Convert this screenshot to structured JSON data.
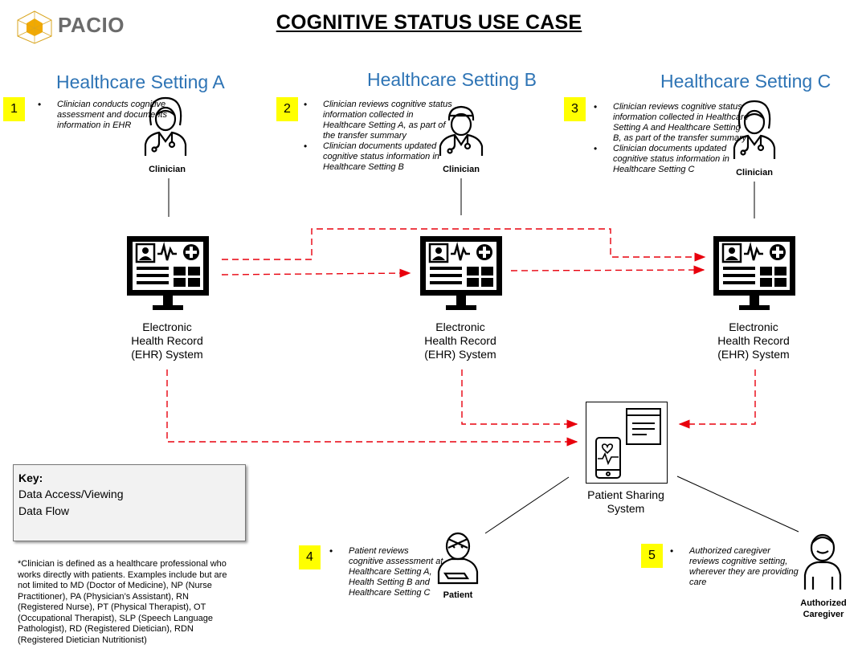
{
  "header": {
    "logo_text": "PACIO",
    "title": "COGNITIVE STATUS USE CASE"
  },
  "settings": [
    {
      "label": "Healthcare Setting A",
      "number": "1",
      "bullets": [
        "Clinician conducts cognitive assessment and documents information in EHR"
      ],
      "role": "Clinician",
      "ehr_lines": [
        "Electronic",
        "Health Record",
        "(EHR) System"
      ]
    },
    {
      "label": "Healthcare Setting B",
      "number": "2",
      "bullets": [
        "Clinician reviews cognitive status information collected in Healthcare Setting A, as part of the transfer summary",
        "Clinician documents updated cognitive status information in Healthcare Setting B"
      ],
      "role": "Clinician",
      "ehr_lines": [
        "Electronic",
        "Health Record",
        "(EHR) System"
      ]
    },
    {
      "label": "Healthcare Setting C",
      "number": "3",
      "bullets": [
        "Clinician reviews cognitive status information collected in Healthcare Setting A and Healthcare Setting B, as part of the transfer summary",
        "Clinician documents updated cognitive status information in Healthcare Setting C"
      ],
      "role": "Clinician",
      "ehr_lines": [
        "Electronic",
        "Health Record",
        "(EHR) System"
      ]
    }
  ],
  "sharing": {
    "lines": [
      "Patient Sharing",
      "System"
    ]
  },
  "patient": {
    "number": "4",
    "bullet": "Patient reviews cognitive assessment at Healthcare Setting A, Health Setting B and Healthcare Setting C",
    "role": "Patient"
  },
  "caregiver": {
    "number": "5",
    "bullet": "Authorized caregiver reviews cognitive setting, wherever they are providing care",
    "role_lines": [
      "Authorized",
      "Caregiver"
    ]
  },
  "key": {
    "title": "Key:",
    "access": "Data Access/Viewing",
    "flow": "Data Flow"
  },
  "footnote": "*Clinician is defined as a healthcare professional who works directly with patients. Examples include but are not limited to MD (Doctor of Medicine), NP (Nurse Practitioner), PA (Physician’s Assistant), RN (Registered Nurse), PT (Physical Therapist), OT (Occupational Therapist), SLP (Speech Language Pathologist), RD (Registered Dietician), RDN (Registered Dietician Nutritionist)",
  "colors": {
    "flow": "#e8000d",
    "setting_title": "#2e74b5",
    "highlight": "#ffff00"
  }
}
